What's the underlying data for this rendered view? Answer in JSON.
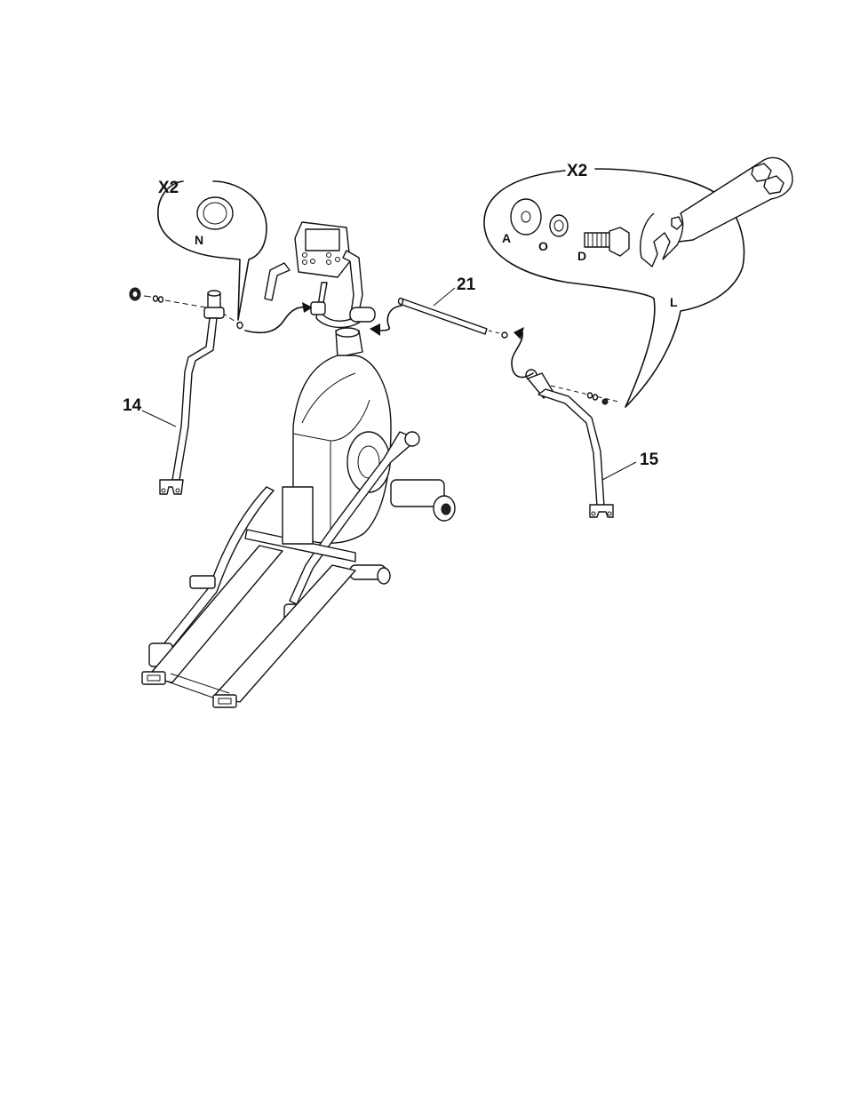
{
  "callouts": {
    "left_qty": "X2",
    "right_qty": "X2"
  },
  "parts": {
    "n": "N",
    "a": "A",
    "o": "O",
    "d": "D",
    "l": "L"
  },
  "items": {
    "p14": "14",
    "p15": "15",
    "p21": "21"
  }
}
